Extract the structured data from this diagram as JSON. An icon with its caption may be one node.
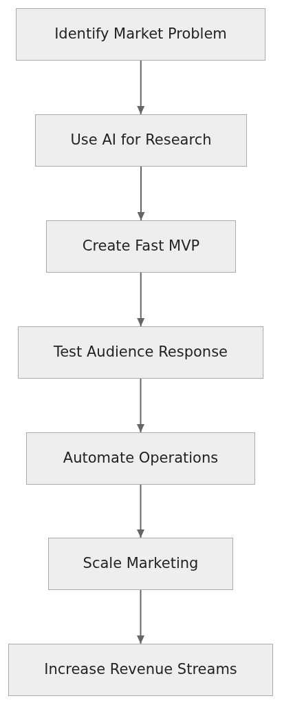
{
  "diagram": {
    "nodes": [
      {
        "text": [
          "Identify Market Problem"
        ]
      },
      {
        "text": [
          "Use AI for Research"
        ]
      },
      {
        "text": [
          "Create Fast MVP"
        ]
      },
      {
        "text": [
          "Test Audience Response"
        ]
      },
      {
        "text": [
          "Automate Operations"
        ]
      },
      {
        "text": [
          "Scale Marketing"
        ]
      },
      {
        "text": [
          "Increase Revenue Streams"
        ]
      }
    ],
    "edges": [
      {
        "from": 0,
        "to": 1,
        "arrow": "to"
      },
      {
        "from": 1,
        "to": 2,
        "arrow": "to"
      },
      {
        "from": 2,
        "to": 3,
        "arrow": "to"
      },
      {
        "from": 3,
        "to": 4,
        "arrow": "to"
      },
      {
        "from": 4,
        "to": 5,
        "arrow": "to"
      },
      {
        "from": 5,
        "to": 6,
        "arrow": "to"
      }
    ]
  }
}
